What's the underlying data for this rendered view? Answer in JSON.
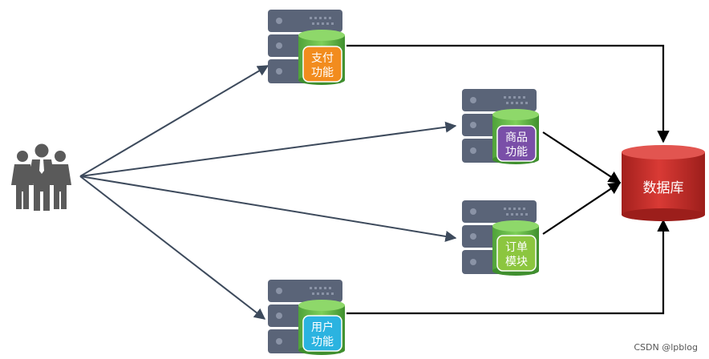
{
  "services": [
    {
      "id": "payment",
      "label_line1": "支付",
      "label_line2": "功能",
      "badge_color": "#f28c1e"
    },
    {
      "id": "goods",
      "label_line1": "商品",
      "label_line2": "功能",
      "badge_color": "#7a4fa8"
    },
    {
      "id": "order",
      "label_line1": "订单",
      "label_line2": "模块",
      "badge_color": "#8cc63f"
    },
    {
      "id": "user",
      "label_line1": "用户",
      "label_line2": "功能",
      "badge_color": "#2bb3e0"
    }
  ],
  "database": {
    "label": "数据库",
    "color": "#c9302c"
  },
  "colors": {
    "server": "#5a6478",
    "cylinder": "#6dbf4b",
    "arrow": "#3d4a5c",
    "connector": "#000000",
    "users_icon": "#5a5a5a"
  },
  "icons": {
    "users": "users-group-icon",
    "server": "server-rack-icon",
    "database": "database-cylinder-icon"
  },
  "watermark": "CSDN @lpblog"
}
